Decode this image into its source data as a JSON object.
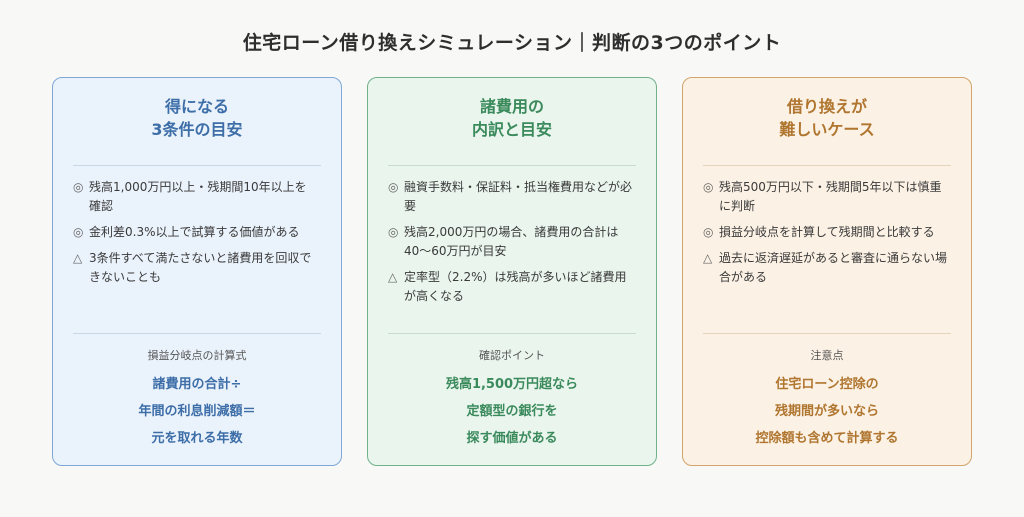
{
  "title": "住宅ローン借り換えシミュレーション｜判断の3つのポイント",
  "cards": [
    {
      "title_lines": [
        "得になる",
        "3条件の目安"
      ],
      "items": [
        {
          "mark": "◎",
          "text": "残高1,000万円以上・残期間10年以上を確認"
        },
        {
          "mark": "◎",
          "text": "金利差0.3%以上で試算する価値がある"
        },
        {
          "mark": "△",
          "text": "3条件すべて満たさないと諸費用を回収できないことも"
        }
      ],
      "sub_label": "損益分岐点の計算式",
      "accent_lines": [
        "諸費用の合計÷",
        "年間の利息削減額＝",
        "元を取れる年数"
      ]
    },
    {
      "title_lines": [
        "諸費用の",
        "内訳と目安"
      ],
      "items": [
        {
          "mark": "◎",
          "text": "融資手数料・保証料・抵当権費用などが必要"
        },
        {
          "mark": "◎",
          "text": "残高2,000万円の場合、諸費用の合計は40〜60万円が目安"
        },
        {
          "mark": "△",
          "text": "定率型（2.2%）は残高が多いほど諸費用が高くなる"
        }
      ],
      "sub_label": "確認ポイント",
      "accent_lines": [
        "残高1,500万円超なら",
        "定額型の銀行を",
        "探す価値がある"
      ]
    },
    {
      "title_lines": [
        "借り換えが",
        "難しいケース"
      ],
      "items": [
        {
          "mark": "◎",
          "text": "残高500万円以下・残期間5年以下は慎重に判断"
        },
        {
          "mark": "◎",
          "text": "損益分岐点を計算して残期間と比較する"
        },
        {
          "mark": "△",
          "text": "過去に返済遅延があると審査に通らない場合がある"
        }
      ],
      "sub_label": "注意点",
      "accent_lines": [
        "住宅ローン控除の",
        "残期間が多いなら",
        "控除額も含めて計算する"
      ]
    }
  ],
  "colors": {
    "blue_accent": "#3d6ea8",
    "green_accent": "#3a8a5c",
    "orange_accent": "#b07630"
  }
}
